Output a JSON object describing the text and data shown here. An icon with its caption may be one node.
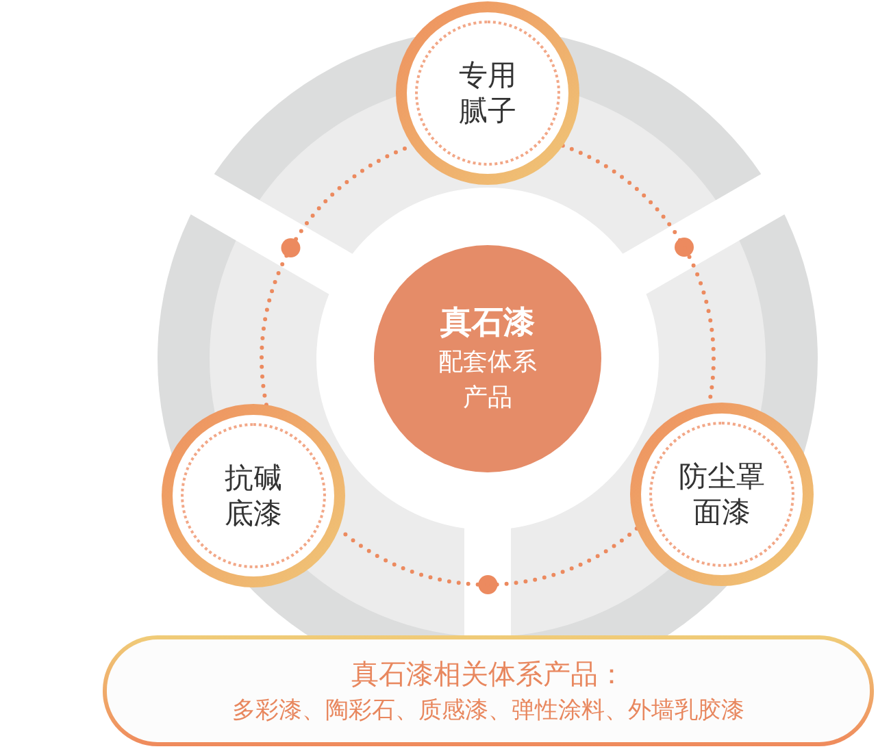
{
  "diagram": {
    "nodes": [
      {
        "text": [
          "真石漆",
          "配套体系产品"
        ]
      },
      {
        "text": [
          "专用腻子"
        ]
      },
      {
        "text": [
          "抗碱底漆"
        ]
      },
      {
        "text": [
          "防尘罩面漆"
        ]
      },
      {
        "text": [
          "真石漆相关体系产品：",
          "多彩漆、陶彩石、质感漆、弹性涂料、外墙乳胶漆"
        ]
      }
    ],
    "edges": [
      {
        "from": 1,
        "to": 3,
        "arrow": "none"
      },
      {
        "from": 3,
        "to": 2,
        "arrow": "none"
      },
      {
        "from": 2,
        "to": 1,
        "arrow": "none"
      }
    ]
  }
}
